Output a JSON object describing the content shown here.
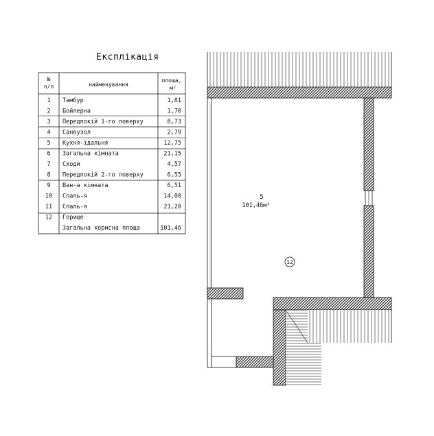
{
  "table": {
    "title": "Експлікація",
    "header": {
      "num_top": "№",
      "num_bottom": "п/п",
      "name": "найменування",
      "area_top": "площа,",
      "area_bottom": "м²"
    },
    "rows": [
      {
        "n": "1",
        "name": "Тамбур",
        "area": "1,81"
      },
      {
        "n": "2",
        "name": "Бойлерна",
        "area": "1,70"
      },
      {
        "n": "3",
        "name": "Передпокій 1-го поверху",
        "area": "8,73"
      },
      {
        "n": "4",
        "name": "Санвузол",
        "area": "2,79"
      },
      {
        "n": "5",
        "name": "Кухня-їдальня",
        "area": "12,75"
      },
      {
        "n": "6",
        "name": "Загальна кімната",
        "area": "21,15"
      },
      {
        "n": "7",
        "name": "Сходи",
        "area": "4,57"
      },
      {
        "n": "8",
        "name": "Передпокій 2-го поверху",
        "area": "6,55"
      },
      {
        "n": "9",
        "name": "Ван-а кімната",
        "area": "6,51"
      },
      {
        "n": "10",
        "name": "Спаль-я",
        "area": "14,00"
      },
      {
        "n": "11",
        "name": "Спаль-я",
        "area": "21,20"
      },
      {
        "n": "12",
        "name": "Горище",
        "area": ""
      },
      {
        "n": "",
        "name": "Загальна корисна площа",
        "area": "101,46"
      }
    ]
  },
  "plan": {
    "room_label": "5",
    "room_area": "101,46м²",
    "room_marker": "12"
  }
}
